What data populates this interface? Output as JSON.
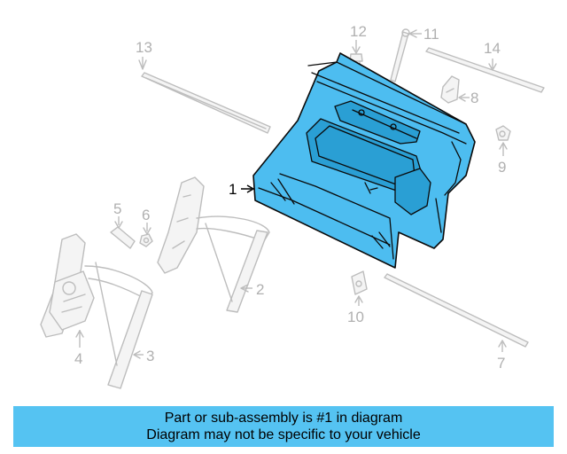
{
  "diagram": {
    "callouts": [
      "1",
      "2",
      "3",
      "4",
      "5",
      "6",
      "7",
      "8",
      "9",
      "10",
      "11",
      "12",
      "13",
      "14"
    ],
    "highlighted_part": "1",
    "highlight_color": "#4dbdf0"
  },
  "banner": {
    "line1": "Part or sub-assembly is #1 in diagram",
    "line2": "Diagram may not be specific to your vehicle",
    "background": "#55c3f2"
  }
}
